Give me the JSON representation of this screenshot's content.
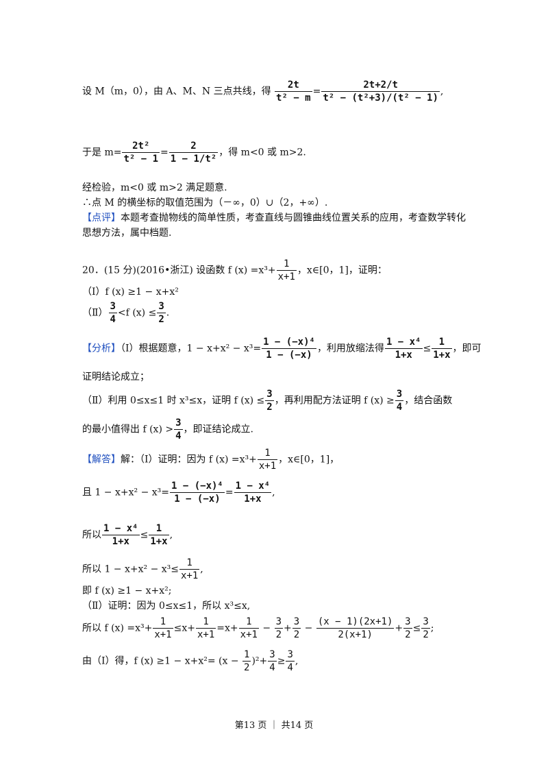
{
  "l1": {
    "pre": "设 M（m，0），由 A、M、N 三点共线，得",
    "f1n": "2t",
    "f1d": "t² − m",
    "eq": "=",
    "f2n": "2t+2/t",
    "f2d": "t² − (t²+3)/(t² − 1)",
    "post": ","
  },
  "l2": {
    "pre": "于是 m=",
    "f1n": "2t²",
    "f1d": "t² − 1",
    "eq": "=",
    "f2n": "2",
    "f2d": "1 − 1/t²",
    "post": "，得 m<0 或 m>2."
  },
  "l3": "经检验，m<0 或 m>2 满足题意.",
  "l4": "∴点 M 的横坐标的取值范围为（－∞，0）∪（2，+∞）.",
  "l5": {
    "tag": "【点评】",
    "text": "本题考查抛物线的简单性质，考查直线与圆锥曲线位置关系的应用，考查数学转化"
  },
  "l6": "思想方法，属中档题.",
  "q20": {
    "pre": "20．(15 分)(2016•浙江) 设函数 f (x) =x³+",
    "fn": "1",
    "fd": "x+1",
    "post": "，x∈[0，1]，证明："
  },
  "q20i": "（Ⅰ）f (x) ≥1 − x+x²",
  "q20ii": {
    "pre": "（Ⅱ）",
    "f1n": "3",
    "f1d": "4",
    "mid": "<f (x) ≤",
    "f2n": "3",
    "f2d": "2",
    "post": "."
  },
  "an1": {
    "tag": "【分析】",
    "pre": "（Ⅰ）根据题意，1 − x+x² − x³=",
    "f1n": "1 − (−x)⁴",
    "f1d": "1 − (−x)",
    "mid": "，利用放缩法得",
    "f2n": "1 − x⁴",
    "f2d": "1+x",
    "le": "≤",
    "f3n": "1",
    "f3d": "1+x",
    "post": "，即可"
  },
  "an2": "证明结论成立；",
  "an3": {
    "pre": "（Ⅱ）利用 0≤x≤1 时 x³≤x，证明 f (x) ≤",
    "f1n": "3",
    "f1d": "2",
    "mid": "，再利用配方法证明 f (x) ≥",
    "f2n": "3",
    "f2d": "4",
    "post": "，结合函数"
  },
  "an4": {
    "pre": "的最小值得出 f (x) >",
    "fn": "3",
    "fd": "4",
    "post": "，即证结论成立."
  },
  "s1": {
    "tag": "【解答】",
    "pre": "解：（Ⅰ）证明：因为 f (x) =x³+",
    "fn": "1",
    "fd": "x+1",
    "post": "，x∈[0，1]，"
  },
  "s2": {
    "pre": "且 1 − x+x² − x³=",
    "f1n": "1 − (−x)⁴",
    "f1d": "1 − (−x)",
    "eq": "=",
    "f2n": "1 − x⁴",
    "f2d": "1+x",
    "post": ","
  },
  "s3": {
    "pre": "所以",
    "f1n": "1 − x⁴",
    "f1d": "1+x",
    "le": "≤",
    "f2n": "1",
    "f2d": "1+x",
    "post": ","
  },
  "s4": {
    "pre": "所以 1 − x+x² − x³≤",
    "fn": "1",
    "fd": "x+1",
    "post": ","
  },
  "s5": "即 f (x) ≥1 − x+x²;",
  "s6": "（Ⅱ）证明：因为 0≤x≤1，所以 x³≤x,",
  "s7": {
    "pre": "所以 f (x) =x³+",
    "a_n": "1",
    "a_d": "x+1",
    "t1": "≤x+",
    "b_n": "1",
    "b_d": "x+1",
    "t2": "=x+",
    "c_n": "1",
    "c_d": "x+1",
    "t3": " − ",
    "d_n": "3",
    "d_d": "2",
    "t4": "+",
    "e_n": "3",
    "e_d": "2",
    "t5": " − ",
    "f_n": "(x − 1)(2x+1)",
    "f_d": "2(x+1)",
    "t6": "+",
    "g_n": "3",
    "g_d": "2",
    "t7": "≤",
    "h_n": "3",
    "h_d": "2",
    "post": ";"
  },
  "s8": {
    "pre": "由（Ⅰ）得，f (x) ≥1 − x+x²= (x − ",
    "h_n": "1",
    "h_d": "2",
    "sq": ")²",
    "t1": "+",
    "a_n": "3",
    "a_d": "4",
    "ge": "≥",
    "b_n": "3",
    "b_d": "4",
    "post": ","
  },
  "footer": "第13 页 ｜ 共14 页"
}
